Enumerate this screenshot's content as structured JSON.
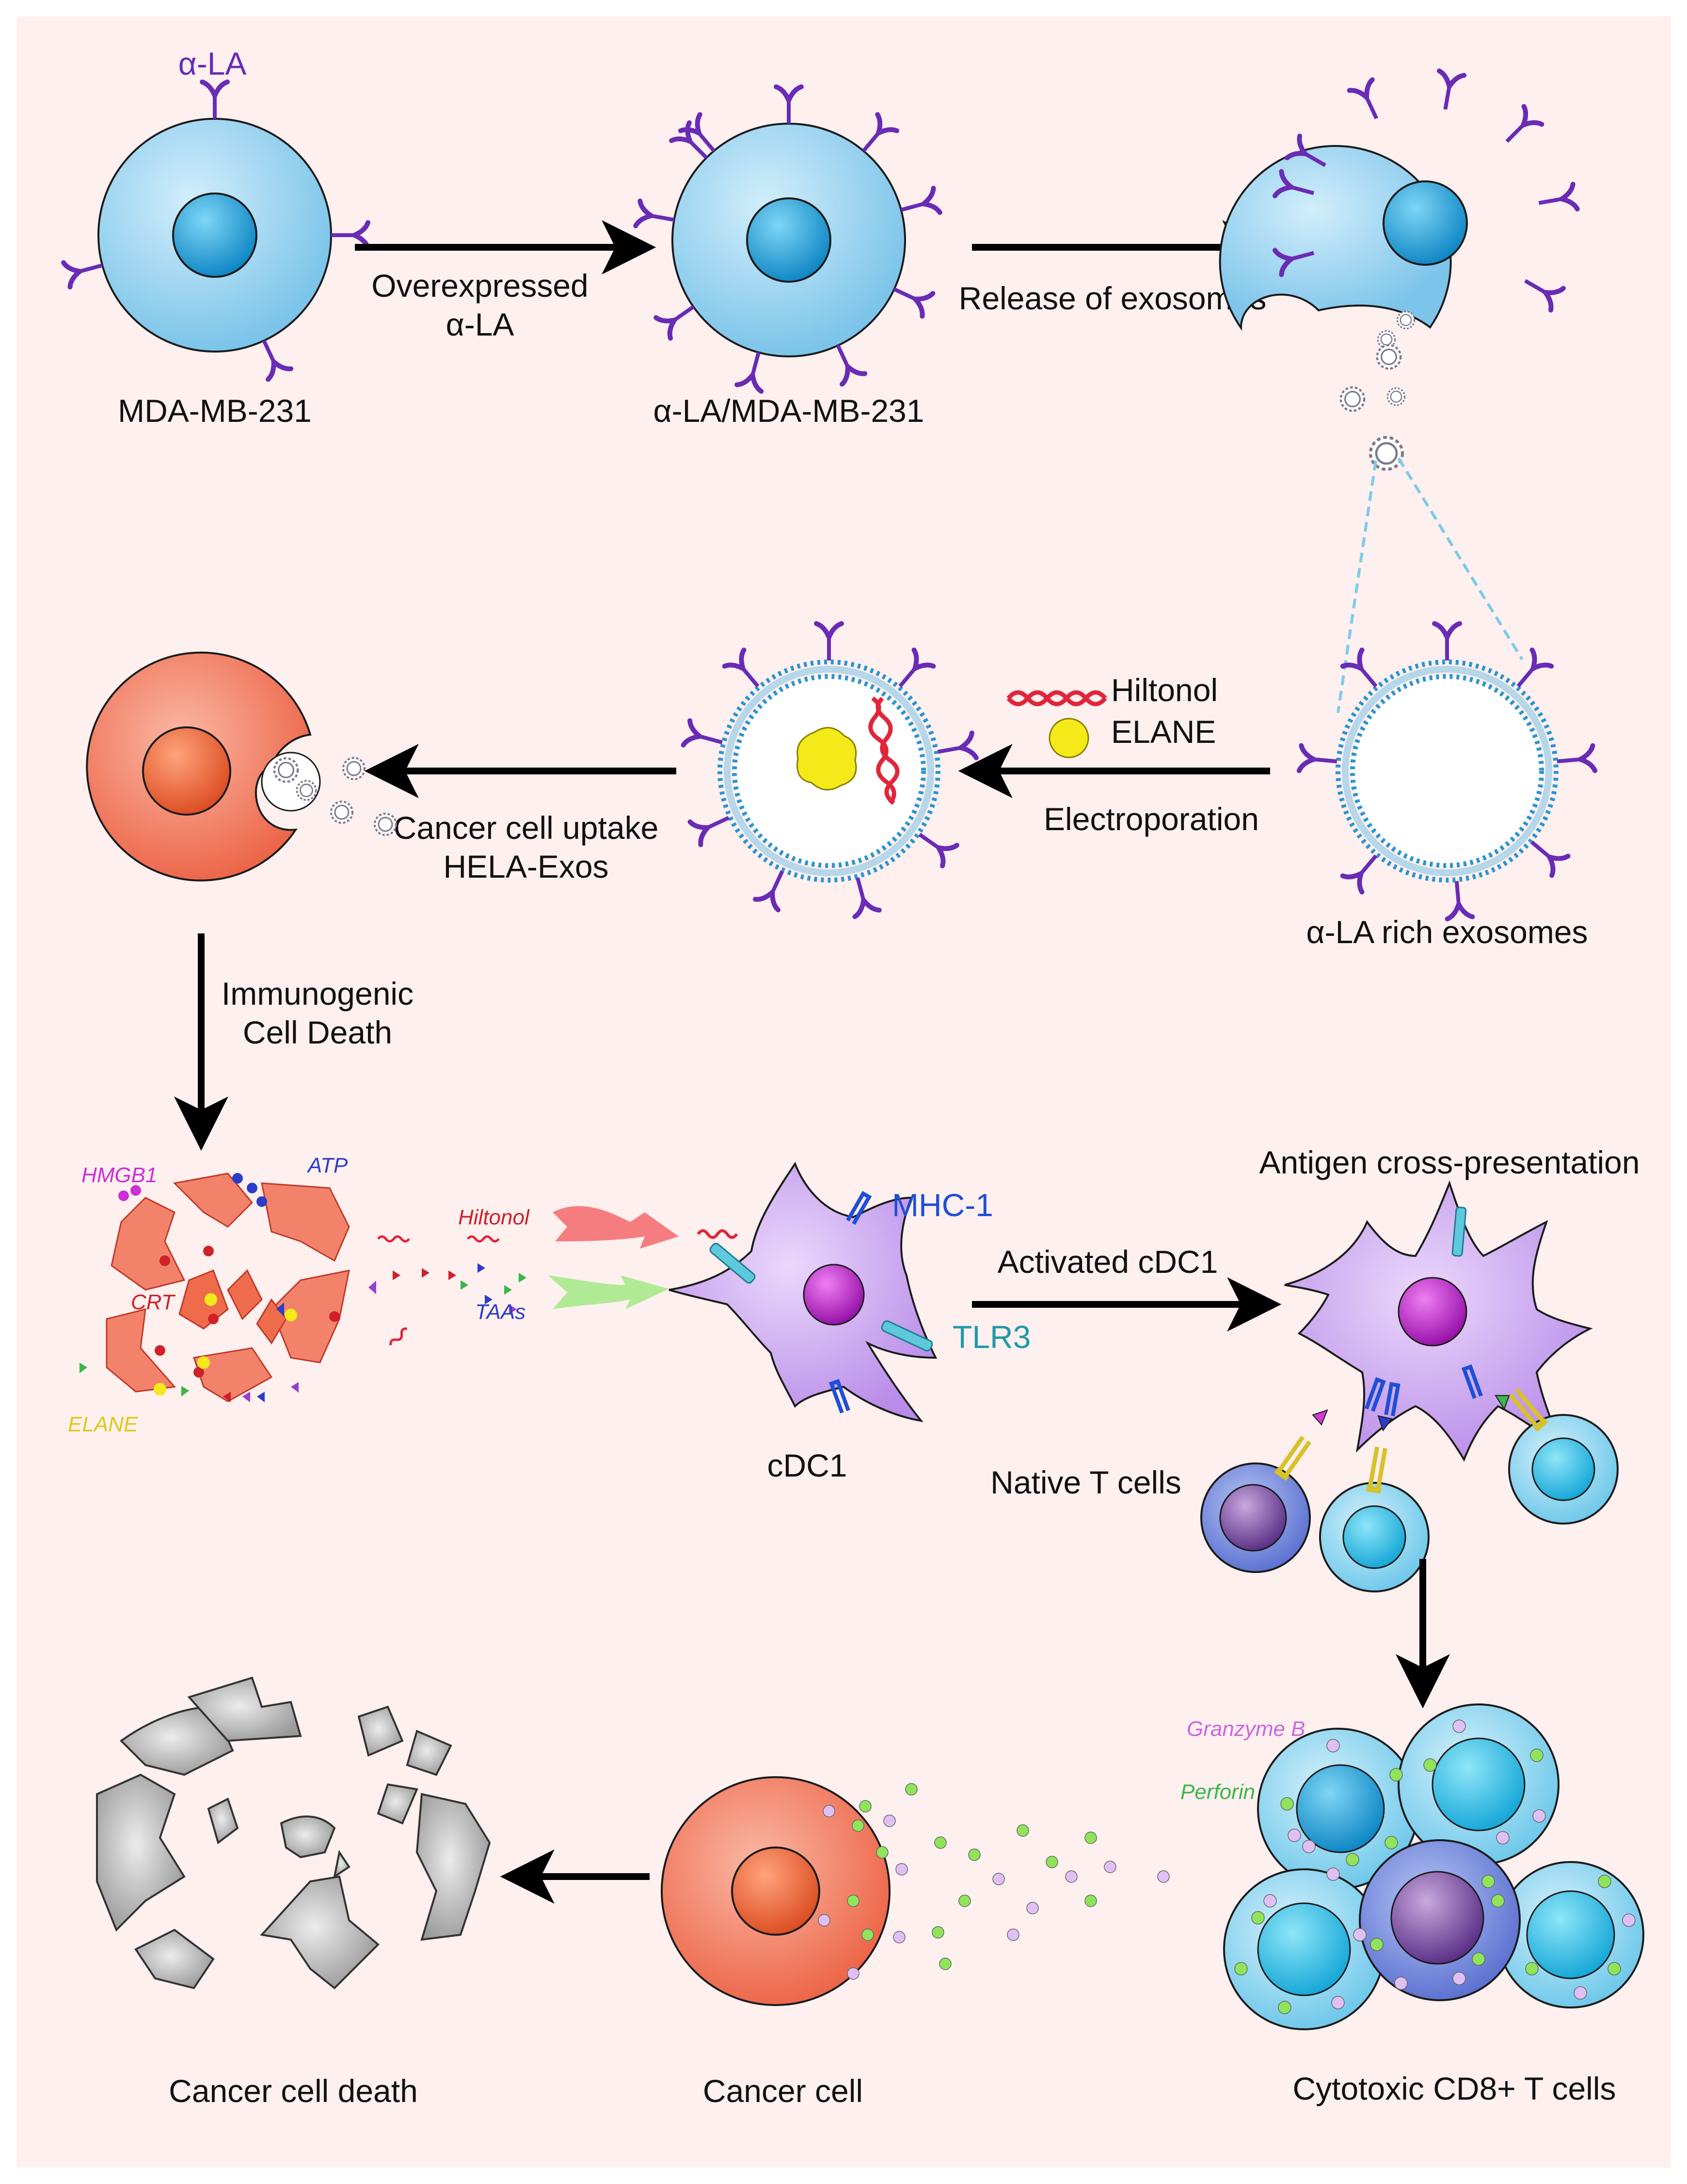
{
  "colors": {
    "background": "#fdf0ef",
    "cell_blue": "#93d0ee",
    "nucleus_blue": "#1aa0d8",
    "receptor": "#6a2bb5",
    "cancer": "#f06e52",
    "cancer_nucleus": "#e9572c",
    "dc": "#c8a0f2",
    "dc_nucleus": "#b01ec0",
    "dead": "#a8a8a8",
    "granzyme": "#e0c0f4",
    "perforin": "#8fe45a"
  },
  "icons": [
    "antibody-receptor-icon",
    "exosome-icon",
    "dna-helix-icon",
    "elane-particle-icon",
    "mhc-receptor-icon",
    "tlr3-receptor-icon",
    "t-cell-receptor-icon",
    "arrow-icon"
  ],
  "row1": {
    "receptor_label": "α-LA",
    "cell1_label": "MDA-MB-231",
    "arrow1_line1": "Overexpressed",
    "arrow1_line2": "α-LA",
    "cell2_label": "α-LA/MDA-MB-231",
    "arrow2_label": "Release of exosomes"
  },
  "row2": {
    "exosome_label": "α-LA rich exosomes",
    "hiltonol_label": "Hiltonol",
    "elane_label": "ELANE",
    "electroporation_label": "Electroporation",
    "uptake_line1": "Cancer cell uptake",
    "uptake_line2": "HELA-Exos"
  },
  "row3": {
    "icd_line1": "Immunogenic",
    "icd_line2": "Cell Death",
    "hmgb1": "HMGB1",
    "atp": "ATP",
    "crt": "CRT",
    "elane": "ELANE",
    "hiltonol": "Hiltonol",
    "taas": "TAAs",
    "mhc1": "MHC-1",
    "tlr3": "TLR3",
    "cdc1_label": "cDC1",
    "activated_label": "Activated cDC1",
    "cross_presentation": "Antigen cross-presentation",
    "native_t_cells": "Native T cells"
  },
  "row4": {
    "granzyme": "Granzyme B",
    "perforin": "Perforin",
    "ctl_label": "Cytotoxic CD8+ T cells",
    "cancer_cell_label": "Cancer cell",
    "death_label": "Cancer cell death"
  }
}
